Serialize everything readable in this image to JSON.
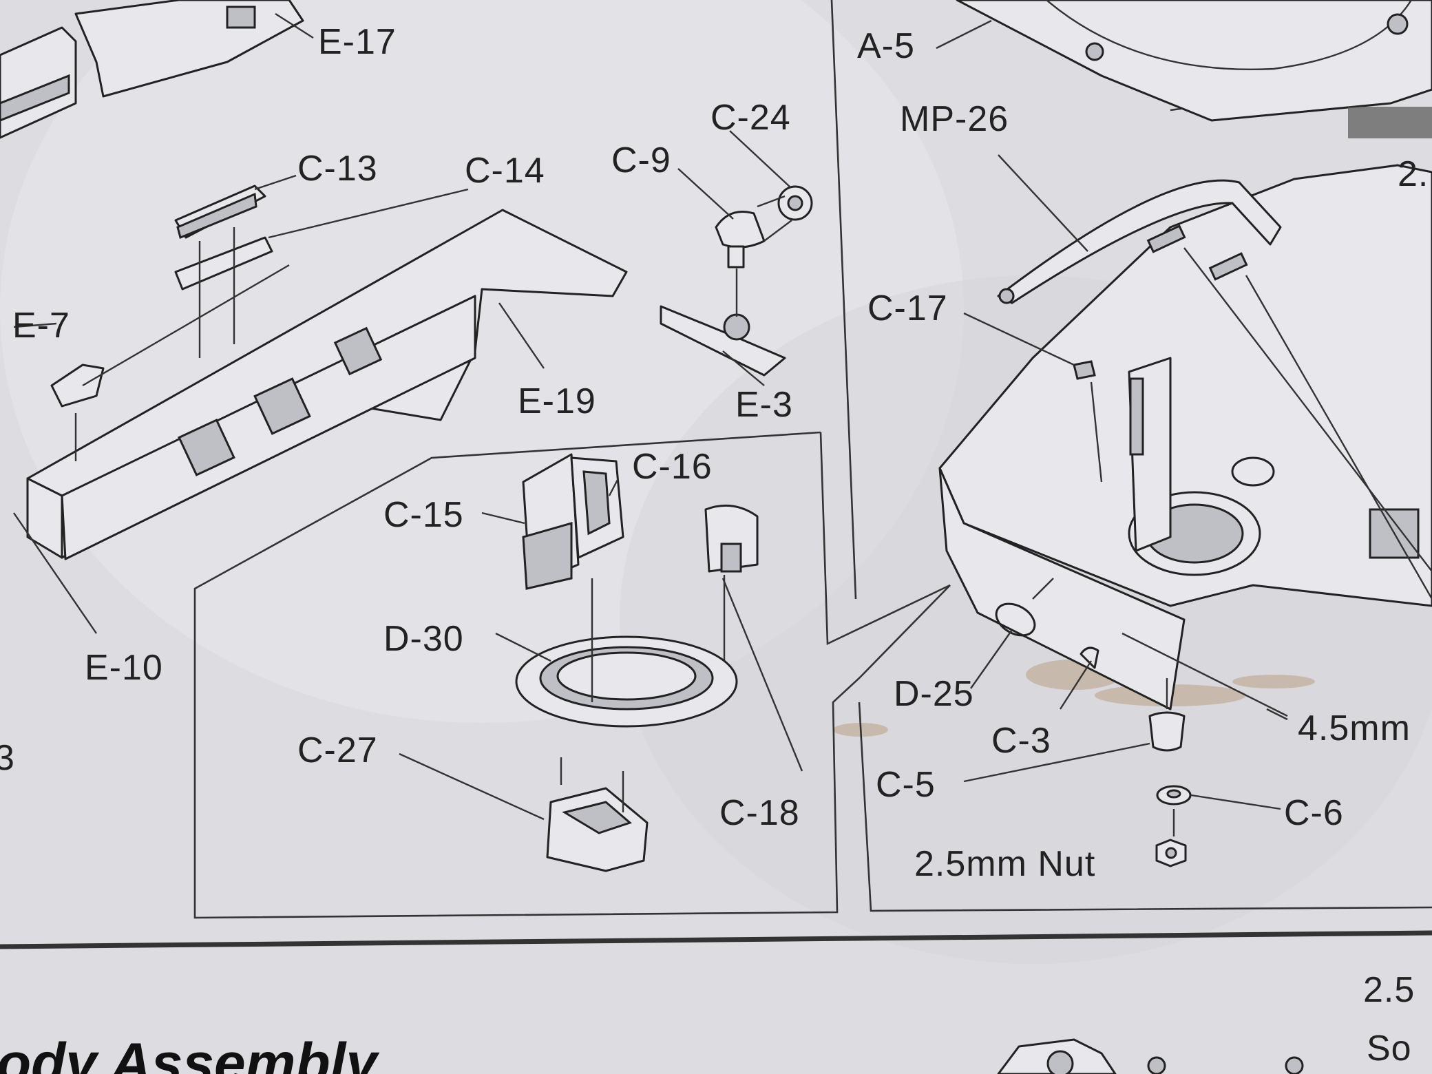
{
  "labels": {
    "e17": "E-17",
    "a5": "A-5",
    "mp26": "MP-26",
    "c24": "C-24",
    "c13": "C-13",
    "c14": "C-14",
    "c9": "C-9",
    "e7": "E-7",
    "c17": "C-17",
    "e19": "E-19",
    "e3": "E-3",
    "c16": "C-16",
    "c15": "C-15",
    "d30": "D-30",
    "e10": "E-10",
    "d25": "D-25",
    "c3": "C-3",
    "c27": "C-27",
    "c5": "C-5",
    "c18": "C-18",
    "c6": "C-6",
    "nut": "2.5mm Nut",
    "mm45": "4.5mm",
    "partial_right_top": "2.",
    "partial_right_bottom1": "2.5",
    "partial_right_bottom2": "So",
    "partial_left": "3"
  },
  "section_title": "ody Assembly"
}
